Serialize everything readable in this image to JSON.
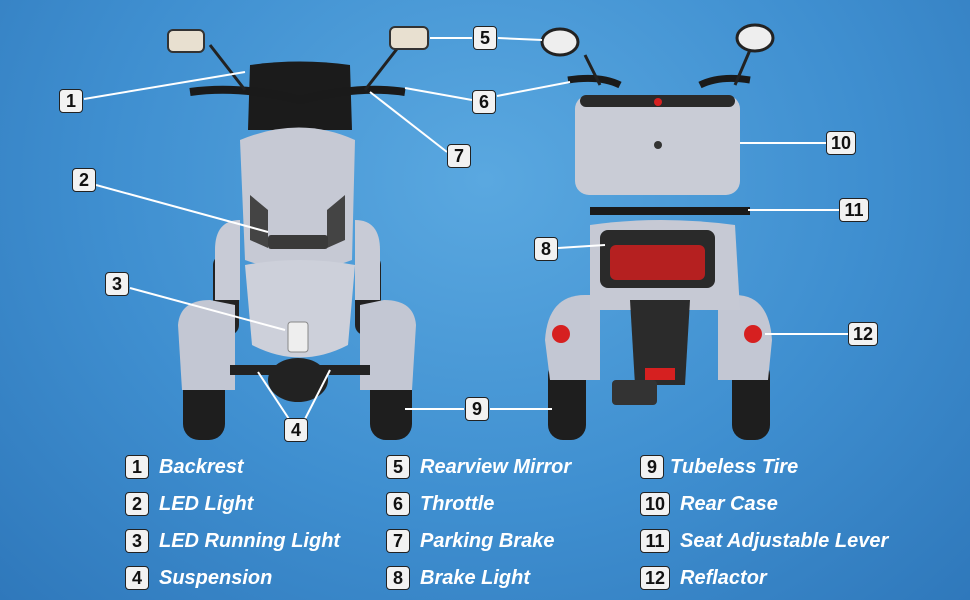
{
  "callouts": [
    {
      "num": "1",
      "label": "Backrest"
    },
    {
      "num": "2",
      "label": "LED Light"
    },
    {
      "num": "3",
      "label": "LED Running Light"
    },
    {
      "num": "4",
      "label": "Suspension"
    },
    {
      "num": "5",
      "label": "Rearview Mirror"
    },
    {
      "num": "6",
      "label": "Throttle"
    },
    {
      "num": "7",
      "label": "Parking Brake"
    },
    {
      "num": "8",
      "label": "Brake Light"
    },
    {
      "num": "9",
      "label": "Tubeless Tire"
    },
    {
      "num": "10",
      "label": "Rear Case"
    },
    {
      "num": "11",
      "label": "Seat Adjustable Lever"
    },
    {
      "num": "12",
      "label": "Reflactor"
    }
  ],
  "colors": {
    "background": "#3f8fd0",
    "body": "#c9ccd6",
    "tire": "#1e1e1e",
    "reflector": "#d62020"
  }
}
